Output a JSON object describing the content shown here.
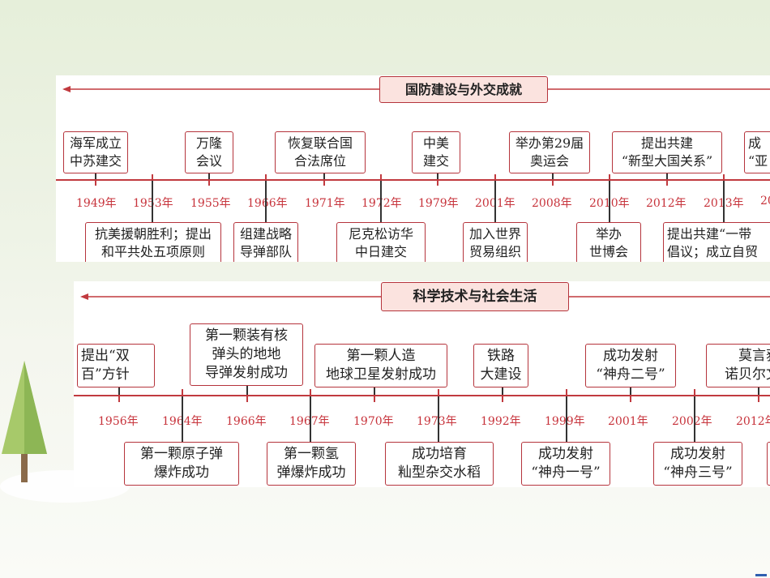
{
  "diplomacy_panel": {
    "title": "国防建设与外交成就",
    "years": [
      "1949年",
      "1953年",
      "1955年",
      "1966年",
      "1971年",
      "1972年",
      "1979年",
      "2001年",
      "2008年",
      "2010年",
      "2012年",
      "2013年",
      "20"
    ],
    "events_above": [
      "海军成立\n中苏建交",
      "万隆\n会议",
      "恢复联合国\n合法席位",
      "中美\n建交",
      "举办第29届\n奥运会",
      "提出共建\n“新型大国关系”",
      "成\n“亚"
    ],
    "events_below": [
      "抗美援朝胜利；提出\n和平共处五项原则",
      "组建战略\n导弹部队",
      "尼克松访华\n中日建交",
      "加入世界\n贸易组织",
      "举办\n世博会",
      "提出共建“一带\n倡议；成立自贸"
    ]
  },
  "science_panel": {
    "title": "科学技术与社会生活",
    "years": [
      "1956年",
      "1964年",
      "1966年",
      "1967年",
      "1970年",
      "1973年",
      "1992年",
      "1999年",
      "2001年",
      "2002年",
      "2012年"
    ],
    "events_above": [
      "提出“双\n百”方针",
      "第一颗装有核\n弹头的地地\n导弹发射成功",
      "第一颗人造\n地球卫星发射成功",
      "铁路\n大建设",
      "成功发射\n“神舟二号”",
      "莫言获\n诺贝尔文"
    ],
    "events_below": [
      "第一颗原子弹\n爆炸成功",
      "第一颗氢\n弹爆炸成功",
      "成功培育\n籼型杂交水稻",
      "成功发射\n“神舟一号”",
      "成功发射\n“神舟三号”"
    ]
  },
  "colors": {
    "accent": "#c13a3f",
    "title_fill": "#fbe3df",
    "year_text": "#c7333b"
  }
}
